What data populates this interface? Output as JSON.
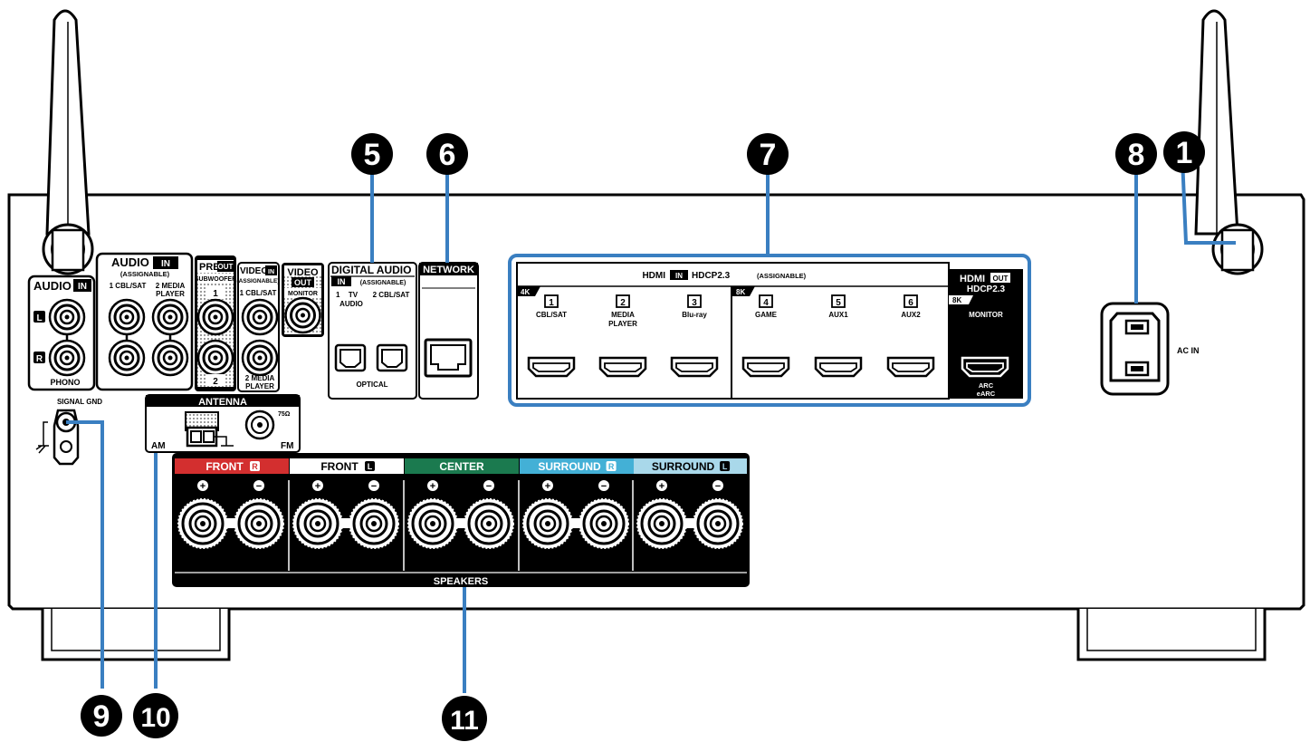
{
  "callouts": [
    {
      "id": "1",
      "label": "1"
    },
    {
      "id": "5",
      "label": "5"
    },
    {
      "id": "6",
      "label": "6"
    },
    {
      "id": "7",
      "label": "7"
    },
    {
      "id": "8",
      "label": "8"
    },
    {
      "id": "9",
      "label": "9"
    },
    {
      "id": "10",
      "label": "10"
    },
    {
      "id": "11",
      "label": "11"
    }
  ],
  "colors": {
    "callout_line": "#3a7fc1",
    "front_r": "#d32f2f",
    "front_l": "#ffffff",
    "center": "#1b7a4f",
    "surround_r": "#43b0d6",
    "surround_l": "#a9d8ea",
    "panel": "#000000"
  },
  "audio_in": {
    "title": "AUDIO",
    "tag": "IN",
    "l": "L",
    "r": "R",
    "label": "PHONO"
  },
  "audio_in2": {
    "title": "AUDIO",
    "tag": "IN",
    "sub": "(ASSIGNABLE)",
    "ch1": "1 CBL/SAT",
    "ch2": "2 MEDIA",
    "ch2b": "PLAYER"
  },
  "pre_out": {
    "title": "PRE",
    "tag": "OUT",
    "sub": "SUBWOOFER",
    "n1": "1",
    "n2": "2"
  },
  "video_in": {
    "title": "VIDEO",
    "tag": "IN",
    "sub": "(ASSIGNABLE)",
    "ch1": "1 CBL/SAT",
    "ch2": "2 MEDIA",
    "ch2b": "PLAYER"
  },
  "video_out": {
    "title": "VIDEO",
    "tag": "OUT",
    "sub": "MONITOR"
  },
  "digital_audio": {
    "title": "DIGITAL AUDIO",
    "tag": "IN",
    "sub": "(ASSIGNABLE)",
    "ch1": "1",
    "ch1b": "TV",
    "ch1c": "AUDIO",
    "ch2": "2 CBL/SAT",
    "label": "OPTICAL"
  },
  "network": {
    "title": "NETWORK"
  },
  "hdmi_in": {
    "title": "HDMI",
    "tag": "IN",
    "hdcp": "HDCP2.3",
    "sub": "(ASSIGNABLE)",
    "tag4k": "4K",
    "tag8k": "8K",
    "ports": [
      {
        "n": "1",
        "name": "CBL/SAT",
        "name2": ""
      },
      {
        "n": "2",
        "name": "MEDIA",
        "name2": "PLAYER"
      },
      {
        "n": "3",
        "name": "Blu-ray",
        "name2": ""
      },
      {
        "n": "4",
        "name": "GAME",
        "name2": ""
      },
      {
        "n": "5",
        "name": "AUX1",
        "name2": ""
      },
      {
        "n": "6",
        "name": "AUX2",
        "name2": ""
      }
    ]
  },
  "hdmi_out": {
    "title": "HDMI",
    "tag": "OUT",
    "hdcp": "HDCP2.3",
    "tag8k": "8K",
    "label": "MONITOR",
    "arc": "ARC",
    "earc": "eARC"
  },
  "ac_in": {
    "label": "AC IN"
  },
  "signal_gnd": {
    "label": "SIGNAL GND"
  },
  "antenna": {
    "title": "ANTENNA",
    "am": "AM",
    "fm": "FM",
    "ohm": "75Ω"
  },
  "speakers": {
    "title": "SPEAKERS",
    "plus": "+",
    "minus": "−",
    "channels": [
      {
        "name": "FRONT",
        "side": "R"
      },
      {
        "name": "FRONT",
        "side": "L"
      },
      {
        "name": "CENTER",
        "side": ""
      },
      {
        "name": "SURROUND",
        "side": "R"
      },
      {
        "name": "SURROUND",
        "side": "L"
      }
    ]
  }
}
